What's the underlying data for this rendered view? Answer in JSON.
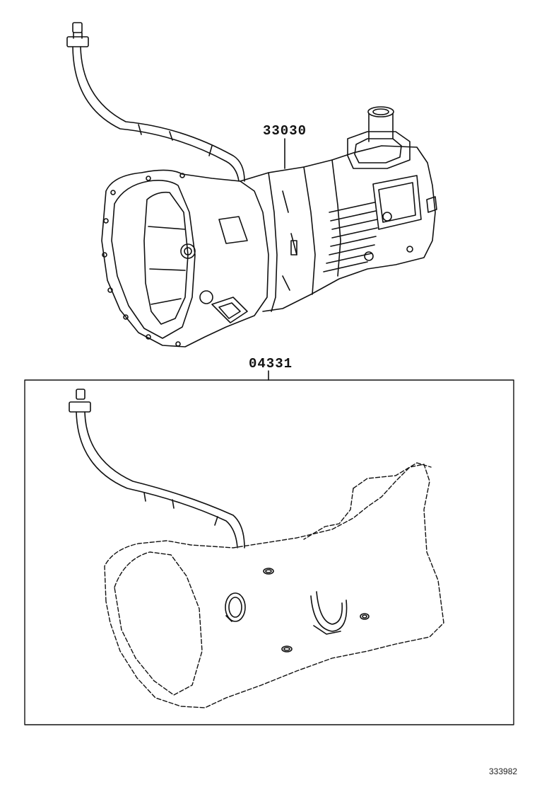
{
  "parts": {
    "transmission_assembly": {
      "number": "33030"
    },
    "overhaul_gasket_kit": {
      "number": "04331"
    }
  },
  "diagram_id": "333982"
}
